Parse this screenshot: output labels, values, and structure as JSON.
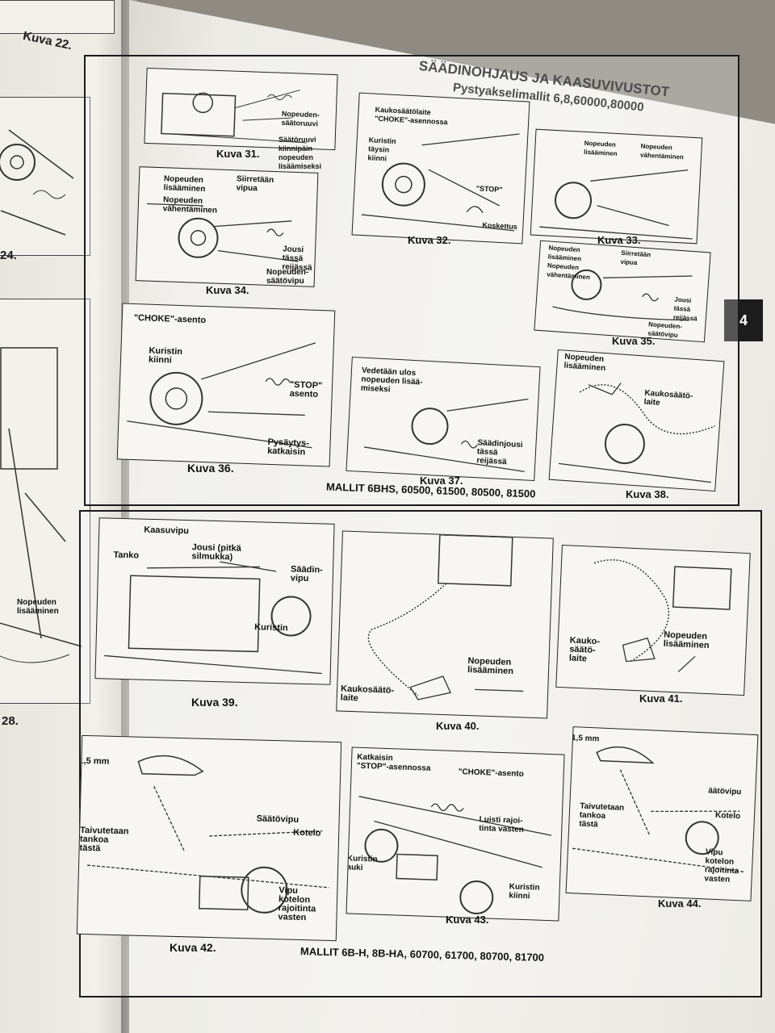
{
  "header": {
    "title": "SÄÄDINOHJAUS JA KAASUVIVUSTOT",
    "subtitle": "Pystyakselimallit 6,8,60000,80000"
  },
  "tab_number": "4",
  "left_page": {
    "captions": [
      "Kuva 22.",
      "24.",
      "28."
    ],
    "labels": [
      "Nopeuden\nlisääminen"
    ]
  },
  "section1": {
    "footer": "MALLIT 6BHS, 60500, 61500, 80500, 81500",
    "figures": [
      {
        "caption": "Kuva 31.",
        "labels": [
          "Nopeuden-\nsäätoruuvi",
          "Säätöruuvi\nkiinnipäin\nnopeuden\nlisäämiseksi"
        ]
      },
      {
        "caption": "Kuva 32.",
        "labels": [
          "Kaukosäätölaite\n\"CHOKE\"-asennossa",
          "Kuristin\ntäysin\nkiinni",
          "\"STOP\"",
          "Koskettus"
        ]
      },
      {
        "caption": "Kuva 33.",
        "labels": [
          "Nopeuden\nlisääminen",
          "Nopeuden\nvähentäminen"
        ]
      },
      {
        "caption": "Kuva 34.",
        "labels": [
          "Nopeuden\nlisääminen",
          "Siirretään\nvipua",
          "Nopeuden\nvähentäminen",
          "Jousi\ntässä\nreijässä",
          "Nopeuden-\nsäätövipu"
        ]
      },
      {
        "caption": "Kuva 35.",
        "labels": [
          "Nopeuden\nlisääminen",
          "Siirretään\nvipua",
          "Nopeuden\nvähentäminen",
          "Jousi\ntässä\nreijässä",
          "Nopeuden-\nsäätövipu"
        ]
      },
      {
        "caption": "Kuva 36.",
        "labels": [
          "\"CHOKE\"-asento",
          "Kuristin\nkiinni",
          "\"STOP\"\nasento",
          "Pysäytys-\nkatkaisin"
        ]
      },
      {
        "caption": "Kuva 37.",
        "labels": [
          "Vedetään ulos\nnopeuden lisää-\nmiseksi",
          "Säädinjousi\ntässä\nreijässä"
        ]
      },
      {
        "caption": "Kuva 38.",
        "labels": [
          "Nopeuden\nlisääminen",
          "Kaukosäätö-\nlaite"
        ]
      }
    ]
  },
  "section2": {
    "footer": "MALLIT 6B-H, 8B-HA, 60700, 61700, 80700, 81700",
    "figures": [
      {
        "caption": "Kuva 39.",
        "labels": [
          "Kaasuvipu",
          "Tanko",
          "Jousi (pitkä\nsilmukka)",
          "Säädin-\nvipu",
          "Kuristin"
        ]
      },
      {
        "caption": "Kuva 40.",
        "labels": [
          "Nopeuden\nlisääminen",
          "Kaukosäätö-\nlaite"
        ]
      },
      {
        "caption": "Kuva 41.",
        "labels": [
          "Nopeuden\nlisääminen",
          "Kauko-\nsäätö-\nlaite"
        ]
      },
      {
        "caption": "Kuva 42.",
        "labels": [
          "1,5 mm",
          "Taivutetaan\ntankoa\ntästä",
          "Säätövipu",
          "Kotelo",
          "Vipu\nkotelon\nrajoitinta\nvasten"
        ]
      },
      {
        "caption": "Kuva 43.",
        "labels": [
          "Katkaisin\n\"STOP\"-asennossa",
          "\"CHOKE\"-asento",
          "Luisti rajoi-\ntinta vasten",
          "Kuristin\nauki",
          "Kuristin\nkiinni"
        ]
      },
      {
        "caption": "Kuva 44.",
        "labels": [
          "1,5 mm",
          "äätövipu",
          "Taivutetaan\ntankoa\ntästä",
          "Kotelo",
          "Vipu\nkotelon\nrajoitinta\nvasten"
        ]
      }
    ]
  }
}
